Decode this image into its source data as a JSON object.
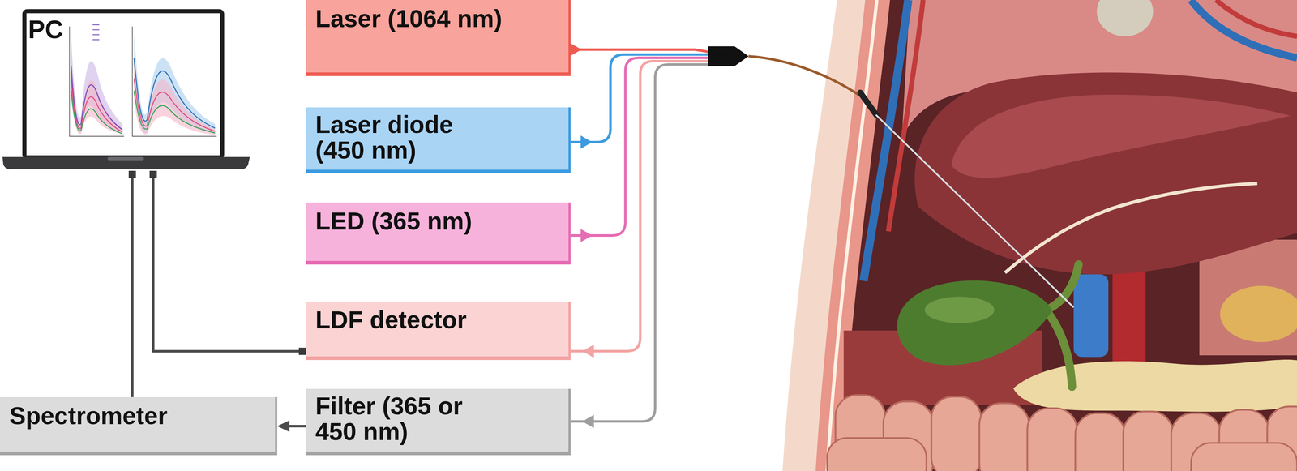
{
  "diagram": {
    "nodes": [
      {
        "text": [
          "PC"
        ]
      },
      {
        "text": [
          "Laser (1064 nm)"
        ]
      },
      {
        "text": [
          "Laser diode (450 nm)"
        ]
      },
      {
        "text": [
          "LED (365 nm)"
        ]
      },
      {
        "text": [
          "LDF detector"
        ]
      },
      {
        "text": [
          "Spectrometer"
        ]
      },
      {
        "text": [
          "Filter (365 or 450 nm)"
        ]
      }
    ],
    "edges": [
      {
        "from": 5,
        "to": 0,
        "arrow": "none"
      },
      {
        "from": 4,
        "to": 0,
        "arrow": "none"
      },
      {
        "from": 6,
        "to": 5,
        "arrow": "to"
      }
    ]
  }
}
